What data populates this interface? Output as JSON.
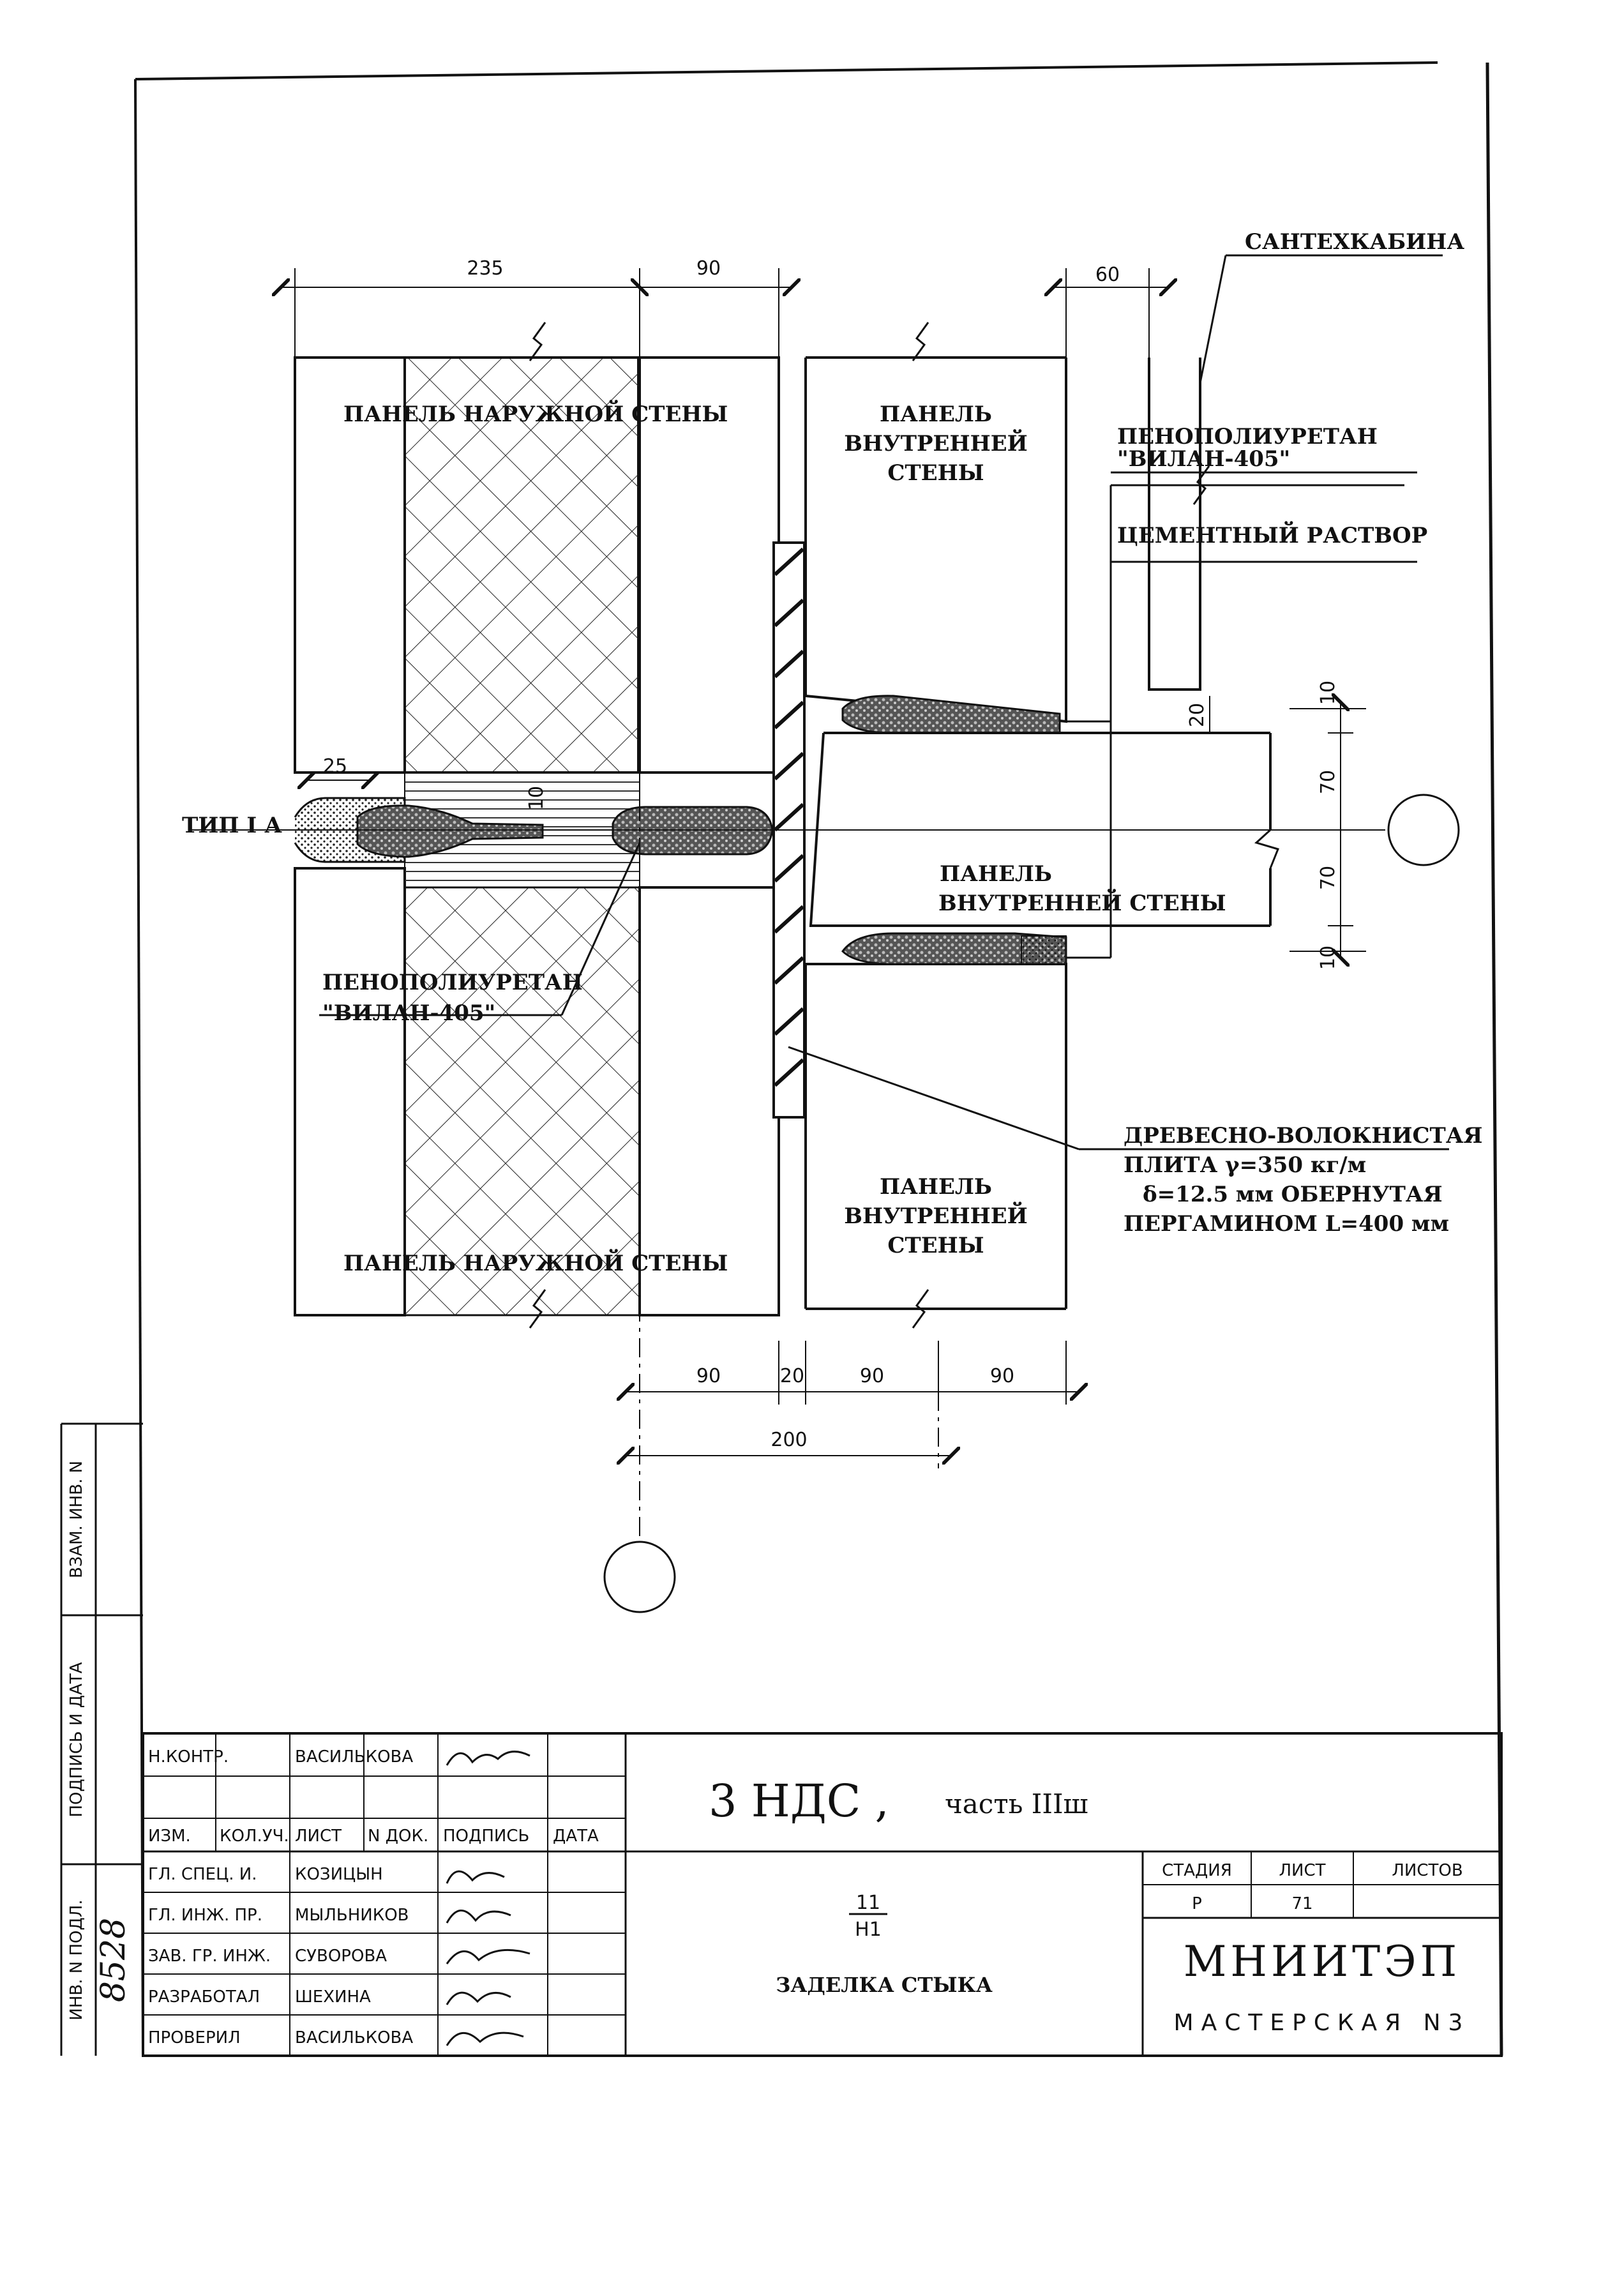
{
  "drawing": {
    "labels": {
      "outer_panel_top": "ПАНЕЛЬ НАРУЖНОЙ СТЕНЫ",
      "outer_panel_bottom": "ПАНЕЛЬ НАРУЖНОЙ СТЕНЫ",
      "inner_wall_top": [
        "ПАНЕЛЬ",
        "ВНУТРЕННЕЙ",
        "СТЕНЫ"
      ],
      "inner_wall_bottom": [
        "ПАНЕЛЬ",
        "ВНУТРЕННЕЙ",
        "СТЕНЫ"
      ],
      "inner_slab": [
        "ПАНЕЛЬ",
        "ВНУТРЕННЕЙ СТЕНЫ"
      ],
      "santech": "САНТЕХКАБИНА",
      "foam_right": [
        "ПЕНОПОЛИУРЕТАН",
        "\"ВИЛАН-405\""
      ],
      "cement": "ЦЕМЕНТНЫЙ РАСТВОР",
      "foam_left": [
        "ПЕНОПОЛИУРЕТАН",
        "\"ВИЛАН-405\""
      ],
      "joint_type": "ТИП I А",
      "fiberboard": [
        "ДРЕВЕСНО-ВОЛОКНИСТАЯ",
        "ПЛИТА γ=350 кг/м",
        "δ=12.5 мм ОБЕРНУТАЯ",
        "ПЕРГАМИНОМ L=400 мм"
      ]
    },
    "dimensions": {
      "top_outer": "235",
      "top_gap": "90",
      "top_right": "60",
      "seal_width": "25",
      "seal_gap": "10",
      "slab_gap": "20",
      "right_10_top": "10",
      "right_70_top": "70",
      "right_70_bottom": "70",
      "right_10_bottom": "10",
      "bottom": [
        "90",
        "20",
        "90",
        "90"
      ],
      "bottom_total": "200"
    }
  },
  "side_stamp": {
    "inv_vzam": "ВЗАМ. ИНВ. N",
    "sign_date": "ПОДПИСЬ И ДАТА",
    "inv_podl": "ИНВ. N ПОДЛ.",
    "inv_number": "8528"
  },
  "title_block": {
    "norm_control_role": "Н.КОНТР.",
    "norm_control_name": "ВАСИЛЬКОВА",
    "headers": [
      "ИЗМ.",
      "КОЛ.УЧ.",
      "ЛИСТ",
      "N ДОК.",
      "ПОДПИСЬ",
      "ДАТА"
    ],
    "rows": [
      {
        "role": "ГЛ. СПЕЦ. И.",
        "name": "КОЗИЦЫН"
      },
      {
        "role": "ГЛ. ИНЖ. ПР.",
        "name": "МЫЛЬНИКОВ"
      },
      {
        "role": "ЗАВ. ГР. ИНЖ.",
        "name": "СУВОРОВА"
      },
      {
        "role": "РАЗРАБОТАЛ",
        "name": "ШЕХИНА"
      },
      {
        "role": "ПРОВЕРИЛ",
        "name": "ВАСИЛЬКОВА"
      }
    ],
    "project": "3 НДС ,",
    "project_part": "часть IIIш",
    "sheet_num": "11",
    "sheet_den": "Н1",
    "drawing_title": "ЗАДЕЛКА СТЫКА",
    "stage_header": "СТАДИЯ",
    "sheet_header": "ЛИСТ",
    "sheets_header": "ЛИСТОВ",
    "stage": "Р",
    "sheet": "71",
    "sheets": "",
    "org": "МНИИТЭП",
    "workshop": "МАСТЕРСКАЯ N3"
  }
}
